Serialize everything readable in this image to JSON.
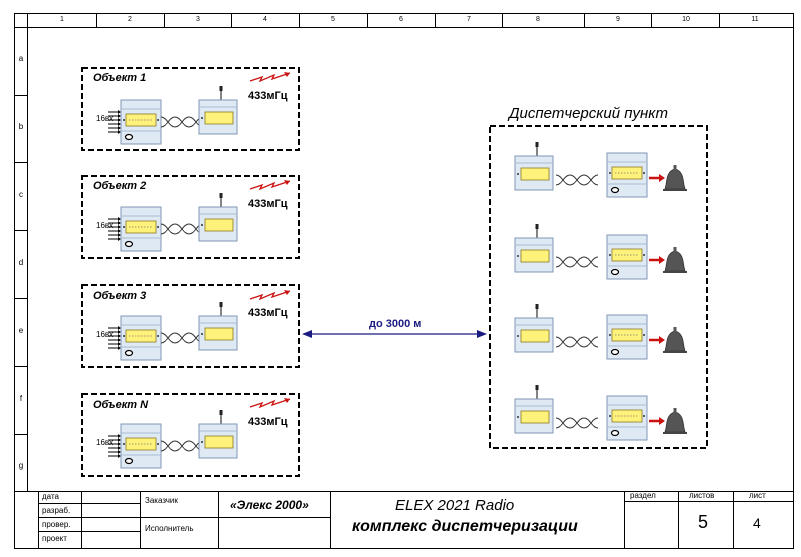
{
  "frame": {
    "column_numbers": [
      "1",
      "2",
      "3",
      "4",
      "5",
      "6",
      "7",
      "8",
      "9",
      "10",
      "11"
    ],
    "row_letters": [
      "a",
      "b",
      "c",
      "d",
      "e",
      "f",
      "g"
    ]
  },
  "objects": [
    {
      "title": "Объект 1",
      "frequency": "433мГц",
      "inputs": "16вх"
    },
    {
      "title": "Объект 2",
      "frequency": "433мГц",
      "inputs": "16вх"
    },
    {
      "title": "Объект 3",
      "frequency": "433мГц",
      "inputs": "16вх"
    },
    {
      "title": "Объект N",
      "frequency": "433мГц",
      "inputs": "16вх"
    }
  ],
  "link": {
    "distance": "до 3000 м"
  },
  "dispatch": {
    "title": "Диспетчерский пункт",
    "units": 4
  },
  "title_block": {
    "labels": {
      "date": "дата",
      "developed": "разраб.",
      "checked": "провер.",
      "project": "проект",
      "customer": "Заказчик",
      "executor": "Исполнитель",
      "section": "раздел",
      "sheets": "листов",
      "sheet": "лист"
    },
    "customer_name": "«Элекс 2000»",
    "title_line1": "ELEX 2021 Radio",
    "title_line2": "комплекс диспетчеризации",
    "sheets_value": "5",
    "sheet_value": "4"
  },
  "colors": {
    "device_body": "#dfe9f4",
    "device_panel": "#fff27a",
    "signal": "#cc1111",
    "link_arrow": "#1a1a80",
    "bell": "#555555"
  }
}
